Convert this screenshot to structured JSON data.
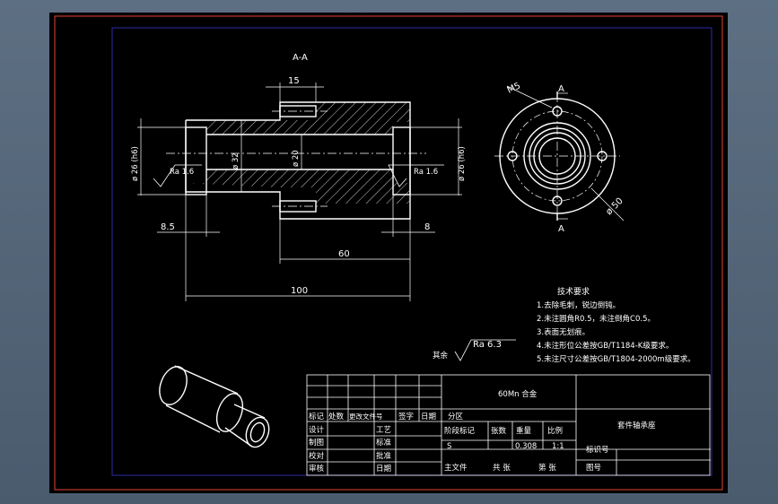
{
  "section": {
    "title": "A-A",
    "dim_15": "15",
    "dim_m5": "M5",
    "dim_dia26_left": "ø 26 (h6)",
    "dim_dia26_right": "ø 26 (h6)",
    "dim_dia32": "ø 32",
    "dim_dia20": "ø 20",
    "rough_left": "Ra 1.6",
    "rough_right": "Ra 1.6",
    "dim_85": "8.5",
    "dim_8": "8",
    "dim_60": "60",
    "dim_100": "100",
    "section_mark_a": "A",
    "dim_dia50": "ø 50"
  },
  "tech": {
    "heading": "技术要求",
    "items": [
      "1.去除毛刺，锐边倒钝。",
      "2.未注圆角R0.5，未注倒角C0.5。",
      "3.表面无划痕。",
      "4.未注形位公差按GB/T1184-K级要求。",
      "5.未注尺寸公差按GB/T1804-2000m级要求。"
    ]
  },
  "rest": {
    "label": "其余",
    "roughness": "Ra 6.3"
  },
  "title_block": {
    "material": "60Mn 合金",
    "part_name": "套件轴承座",
    "head_labels": [
      "标记",
      "处数",
      "更改文件号",
      "签字",
      "日期"
    ],
    "partition_label": "分区",
    "rows_left": [
      "设计",
      "制图",
      "校对",
      "审核"
    ],
    "rows_mid": [
      "工艺",
      "标准",
      "批准",
      "日期"
    ],
    "stage_label": "阶段标记",
    "weight_label": "重量",
    "scale_label": "比例",
    "s_mark": "S",
    "weight_value": "0.308",
    "scale_value": "1:1",
    "code_label": "标识号",
    "count_label": "共  张",
    "page_label": "第  张",
    "sheet_label": "图号",
    "mainfile": "主文件",
    "ratio_label": "张数"
  }
}
